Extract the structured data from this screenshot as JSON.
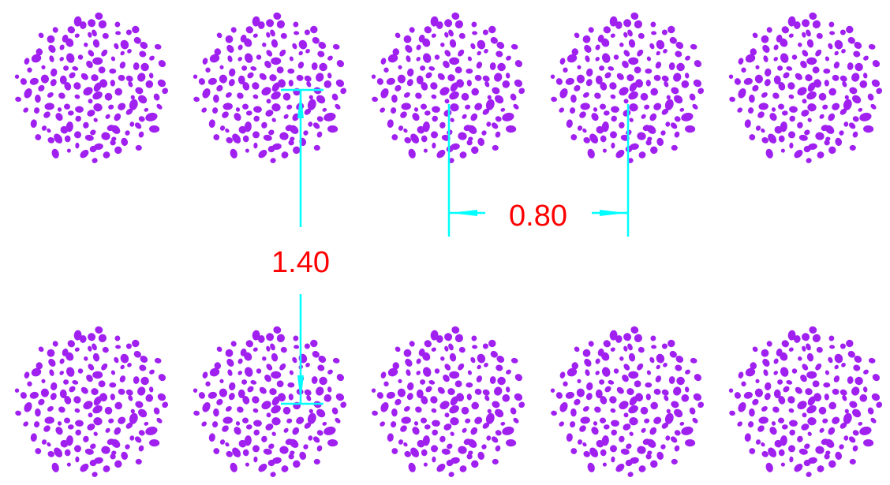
{
  "drawing": {
    "colors": {
      "tree_dots": "#A020F0",
      "dimension_line": "#00FFFF",
      "dimension_text": "#FF0000",
      "background": "#FFFFFF"
    },
    "rows": [
      {
        "row": "top",
        "count": 5
      },
      {
        "row": "bottom",
        "count": 5
      }
    ],
    "vertical_dimension": {
      "label": "1.40"
    },
    "horizontal_dimension": {
      "label": "0.80"
    }
  }
}
